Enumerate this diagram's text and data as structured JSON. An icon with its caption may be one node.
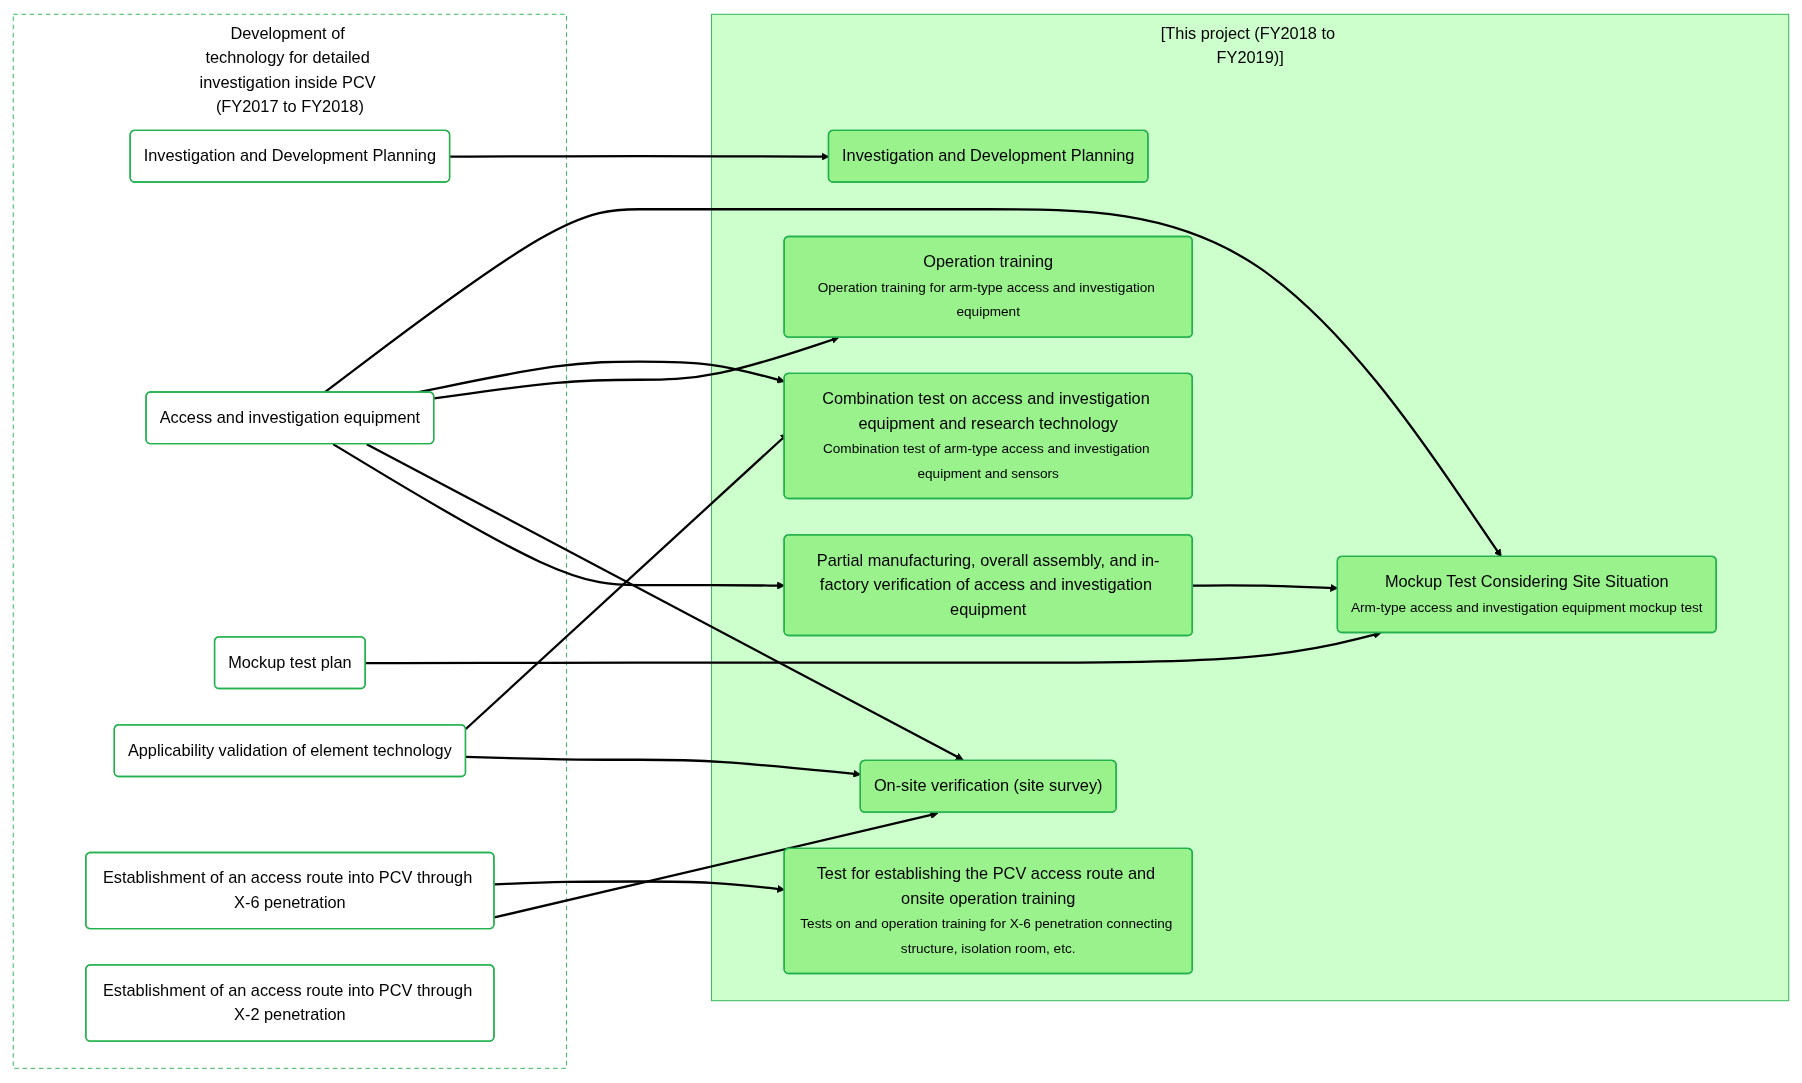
{
  "diagram": {
    "nodes": [
      {
        "text": [
          "Development of technology for detailed investigation inside PCV (FY2017 to FY2018)"
        ]
      },
      {
        "text": [
          "Investigation and Development Planning"
        ],
        "in": 0
      },
      {
        "text": [
          "Access and investigation equipment"
        ],
        "in": 0
      },
      {
        "text": [
          "Mockup test plan"
        ],
        "in": 0
      },
      {
        "text": [
          "Applicability validation of element technology"
        ],
        "in": 0
      },
      {
        "text": [
          "Establishment of an access route into PCV through X-6 penetration"
        ],
        "in": 0
      },
      {
        "text": [
          "Establishment of an access route into PCV through X-2 penetration"
        ],
        "in": 0
      },
      {
        "text": [
          "[This project (FY2018 to FY2019)]"
        ]
      },
      {
        "text": [
          "Investigation and Development Planning"
        ],
        "in": 7
      },
      {
        "text": [
          "Mockup Test Considering Site Situation",
          "Arm-type access and investigation equipment mockup test"
        ],
        "in": 7
      },
      {
        "text": [
          "Combination test on access and investigation equipment and research technology",
          "Combination test of arm-type access and investigation equipment and sensors"
        ],
        "in": 7
      },
      {
        "text": [
          "Operation training",
          "Operation training for arm-type access and investigation equipment"
        ],
        "in": 7
      },
      {
        "text": [
          "Test for establishing the PCV access route and onsite operation training",
          "Tests on and operation training for X-6 penetration connecting structure, isolation room, etc."
        ],
        "in": 7
      },
      {
        "text": [
          "On-site verification (site survey)"
        ],
        "in": 7
      },
      {
        "text": [
          "Partial manufacturing, overall assembly, and in-factory verification of access and investigation equipment"
        ],
        "in": 7
      }
    ],
    "edges": [
      {
        "from": 1,
        "to": 8,
        "arrow": "to"
      },
      {
        "from": 2,
        "to": 9,
        "arrow": "to"
      },
      {
        "from": 2,
        "to": 10,
        "arrow": "to"
      },
      {
        "from": 2,
        "to": 11,
        "arrow": "to"
      },
      {
        "from": 2,
        "to": 13,
        "arrow": "to"
      },
      {
        "from": 2,
        "to": 14,
        "arrow": "to"
      },
      {
        "from": 3,
        "to": 9,
        "arrow": "to"
      },
      {
        "from": 4,
        "to": 10,
        "arrow": "to"
      },
      {
        "from": 4,
        "to": 13,
        "arrow": "to"
      },
      {
        "from": 5,
        "to": 12,
        "arrow": "to"
      },
      {
        "from": 5,
        "to": 13,
        "arrow": "to"
      },
      {
        "from": 14,
        "to": 9,
        "arrow": "to"
      }
    ]
  }
}
